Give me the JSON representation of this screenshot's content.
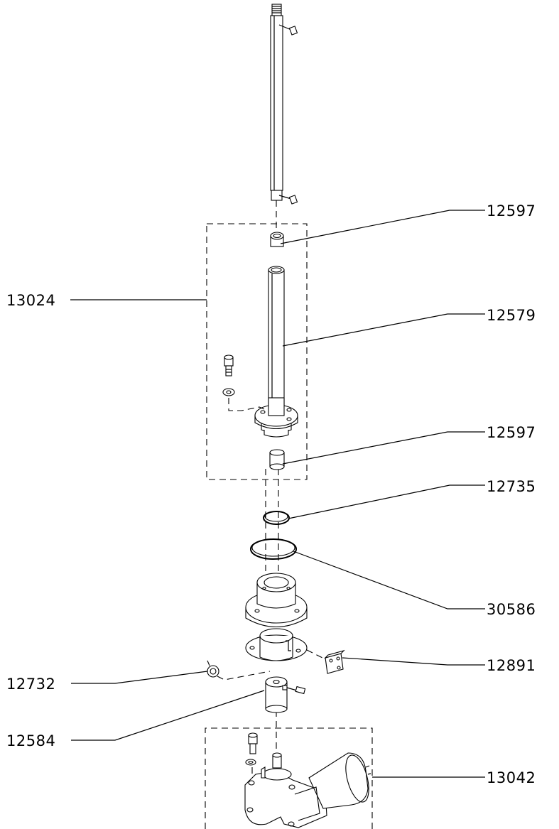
{
  "callouts": [
    {
      "id": "c1",
      "text": "12597"
    },
    {
      "id": "c2",
      "text": "13024"
    },
    {
      "id": "c3",
      "text": "12579"
    },
    {
      "id": "c4",
      "text": "12597"
    },
    {
      "id": "c5",
      "text": "12735"
    },
    {
      "id": "c6",
      "text": "30586"
    },
    {
      "id": "c7",
      "text": "12891"
    },
    {
      "id": "c8",
      "text": "12732"
    },
    {
      "id": "c9",
      "text": "12584"
    },
    {
      "id": "c10",
      "text": "13042"
    }
  ]
}
